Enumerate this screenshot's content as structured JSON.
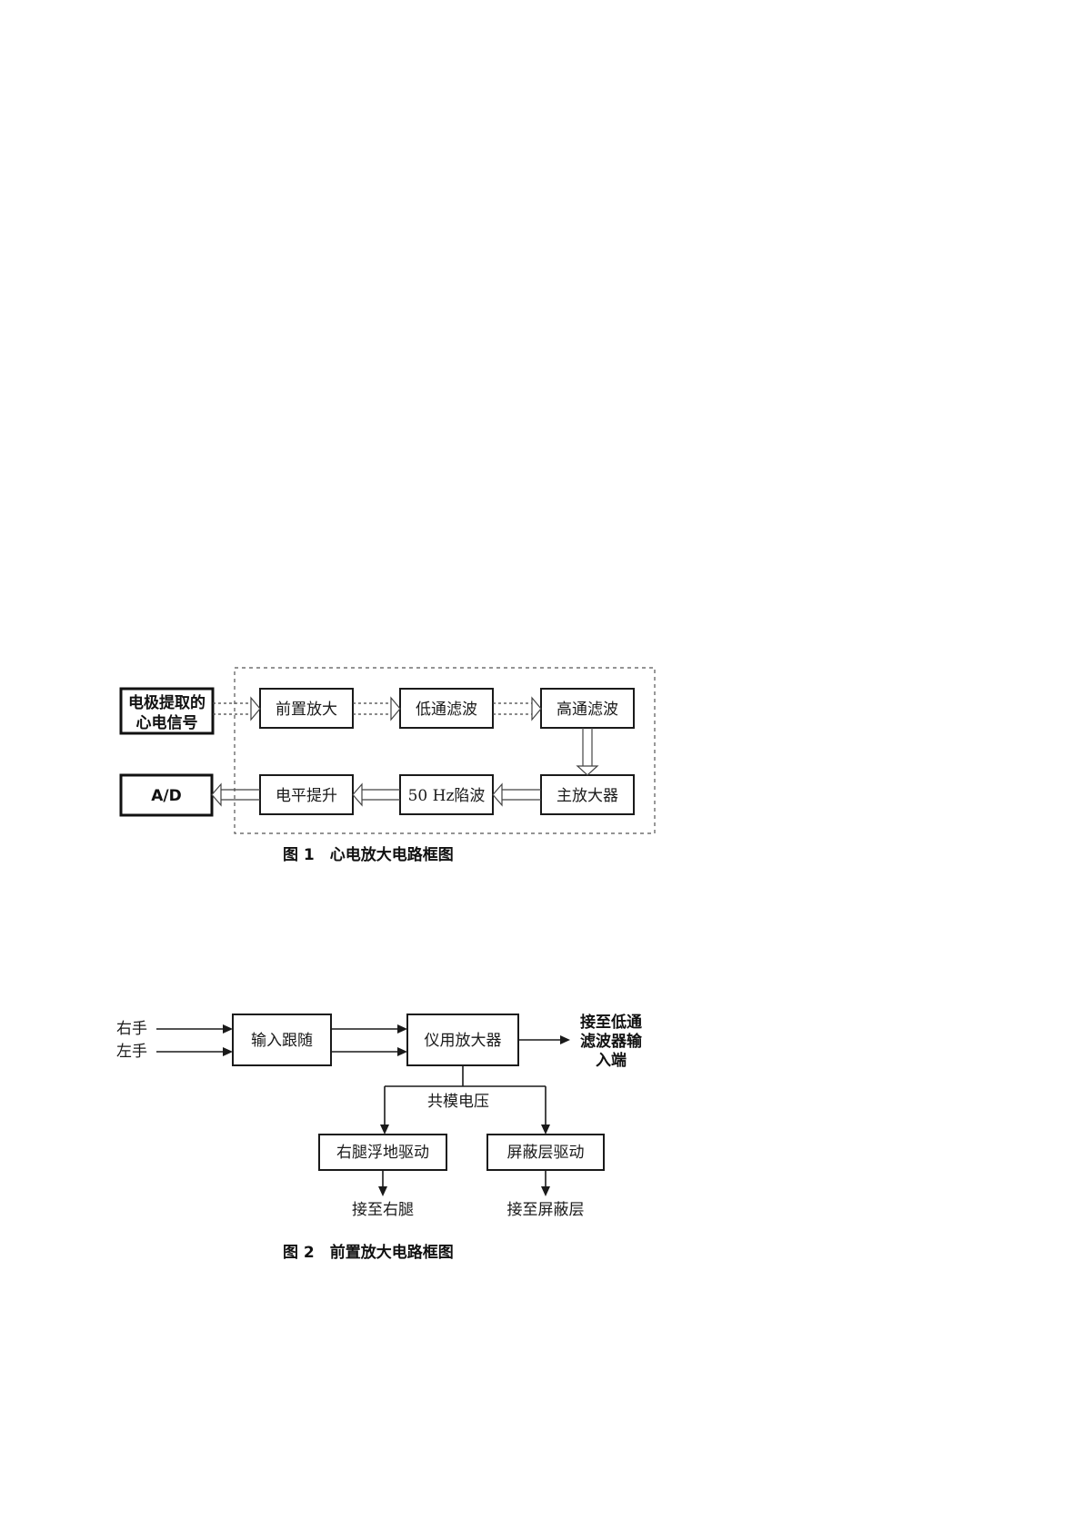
{
  "figure1": {
    "input_box": [
      "电极提取的",
      "心电信号"
    ],
    "preamp": "前置放大",
    "lowpass": "低通滤波",
    "highpass": "高通滤波",
    "main_amp": "主放大器",
    "notch": "50 Hz陷波",
    "level_shift": "电平提升",
    "adc": "A/D",
    "caption": "图 1　心电放大电路框图"
  },
  "figure2": {
    "right_hand": "右手",
    "left_hand": "左手",
    "input_follower": "输入跟随",
    "inst_amp": "仪用放大器",
    "output_note": [
      "接至低通",
      "滤波器输",
      "入端"
    ],
    "common_mode": "共模电压",
    "right_leg_driver": "右腿浮地驱动",
    "shield_driver": "屏蔽层驱动",
    "to_right_leg": "接至右腿",
    "to_shield": "接至屏蔽层",
    "caption": "图 2　前置放大电路框图"
  }
}
